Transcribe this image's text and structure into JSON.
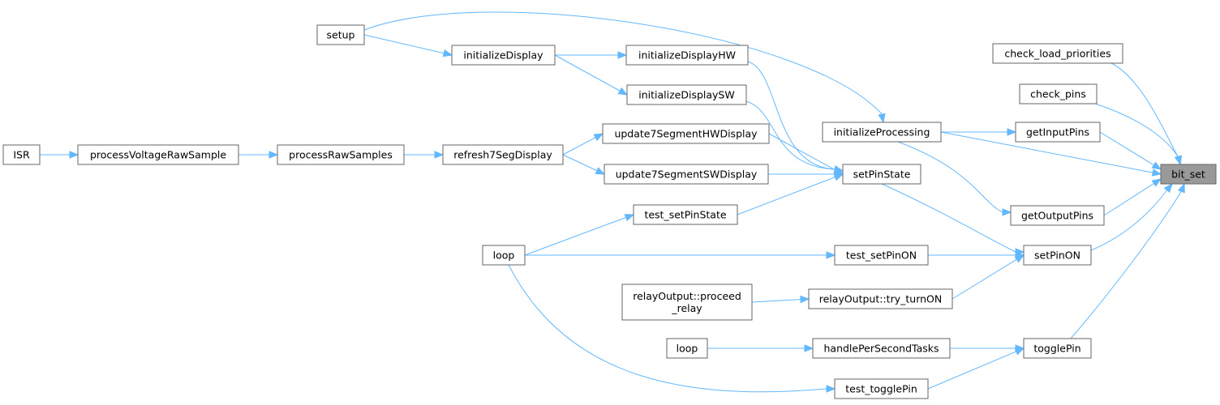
{
  "diagram": {
    "edge_color": "#63b8ff",
    "node_border_color": "#666666",
    "highlight_fill": "#999999",
    "nodes": [
      {
        "id": "ISR",
        "label": "ISR"
      },
      {
        "id": "processVoltageRawSample",
        "label": "processVoltageRawSample"
      },
      {
        "id": "processRawSamples",
        "label": "processRawSamples"
      },
      {
        "id": "refresh7SegDisplay",
        "label": "refresh7SegDisplay"
      },
      {
        "id": "update7SegmentHWDisplay",
        "label": "update7SegmentHWDisplay"
      },
      {
        "id": "update7SegmentSWDisplay",
        "label": "update7SegmentSWDisplay"
      },
      {
        "id": "setup",
        "label": "setup"
      },
      {
        "id": "initializeDisplay",
        "label": "initializeDisplay"
      },
      {
        "id": "initializeDisplayHW",
        "label": "initializeDisplayHW"
      },
      {
        "id": "initializeDisplaySW",
        "label": "initializeDisplaySW"
      },
      {
        "id": "initializeProcessing",
        "label": "initializeProcessing"
      },
      {
        "id": "setPinState",
        "label": "setPinState"
      },
      {
        "id": "test_setPinState",
        "label": "test_setPinState"
      },
      {
        "id": "loop1",
        "label": "loop"
      },
      {
        "id": "test_setPinON",
        "label": "test_setPinON"
      },
      {
        "id": "relayProceed",
        "label": [
          "relayOutput::proceed",
          "_relay"
        ]
      },
      {
        "id": "relayTryTurnOn",
        "label": "relayOutput::try_turnON"
      },
      {
        "id": "loop2",
        "label": "loop"
      },
      {
        "id": "handlePerSecondTasks",
        "label": "handlePerSecondTasks"
      },
      {
        "id": "test_togglePin",
        "label": "test_togglePin"
      },
      {
        "id": "check_load_priorities",
        "label": "check_load_priorities"
      },
      {
        "id": "check_pins",
        "label": "check_pins"
      },
      {
        "id": "getInputPins",
        "label": "getInputPins"
      },
      {
        "id": "getOutputPins",
        "label": "getOutputPins"
      },
      {
        "id": "setPinON",
        "label": "setPinON"
      },
      {
        "id": "togglePin",
        "label": "togglePin"
      },
      {
        "id": "bit_set",
        "label": "bit_set",
        "highlight": true
      }
    ],
    "edges": [
      [
        "ISR",
        "processVoltageRawSample"
      ],
      [
        "processVoltageRawSample",
        "processRawSamples"
      ],
      [
        "processRawSamples",
        "refresh7SegDisplay"
      ],
      [
        "refresh7SegDisplay",
        "update7SegmentHWDisplay"
      ],
      [
        "refresh7SegDisplay",
        "update7SegmentSWDisplay"
      ],
      [
        "setup",
        "initializeDisplay"
      ],
      [
        "setup",
        "initializeProcessing"
      ],
      [
        "initializeDisplay",
        "initializeDisplayHW"
      ],
      [
        "initializeDisplay",
        "initializeDisplaySW"
      ],
      [
        "initializeDisplayHW",
        "setPinState"
      ],
      [
        "initializeDisplaySW",
        "setPinState"
      ],
      [
        "update7SegmentHWDisplay",
        "setPinState"
      ],
      [
        "update7SegmentSWDisplay",
        "setPinState"
      ],
      [
        "test_setPinState",
        "setPinState"
      ],
      [
        "loop1",
        "test_setPinState"
      ],
      [
        "loop1",
        "test_setPinON"
      ],
      [
        "loop1",
        "test_togglePin"
      ],
      [
        "initializeProcessing",
        "getInputPins"
      ],
      [
        "initializeProcessing",
        "getOutputPins"
      ],
      [
        "initializeProcessing",
        "bit_set"
      ],
      [
        "setPinState",
        "setPinON"
      ],
      [
        "test_setPinON",
        "setPinON"
      ],
      [
        "relayProceed",
        "relayTryTurnOn"
      ],
      [
        "relayTryTurnOn",
        "setPinON"
      ],
      [
        "loop2",
        "handlePerSecondTasks"
      ],
      [
        "handlePerSecondTasks",
        "togglePin"
      ],
      [
        "test_togglePin",
        "togglePin"
      ],
      [
        "check_load_priorities",
        "bit_set"
      ],
      [
        "check_pins",
        "bit_set"
      ],
      [
        "getInputPins",
        "bit_set"
      ],
      [
        "getOutputPins",
        "bit_set"
      ],
      [
        "setPinON",
        "bit_set"
      ],
      [
        "togglePin",
        "bit_set"
      ]
    ]
  }
}
